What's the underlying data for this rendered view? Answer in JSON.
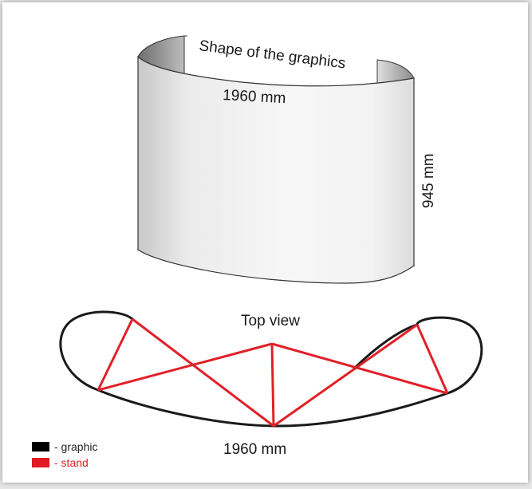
{
  "diagram": {
    "title": "Shape of the graphics",
    "width_label": "1960 mm",
    "height_label": "945 mm",
    "top_view_label": "Top view",
    "top_view_width_label": "1960 mm"
  },
  "legend": {
    "items": [
      {
        "label": "- graphic",
        "color": "#000000",
        "text_color": "#222222"
      },
      {
        "label": "- stand",
        "color": "#e11b22",
        "text_color": "#e11b22"
      }
    ]
  },
  "colors": {
    "graphic": "#1a1a1a",
    "stand": "#e02028"
  }
}
